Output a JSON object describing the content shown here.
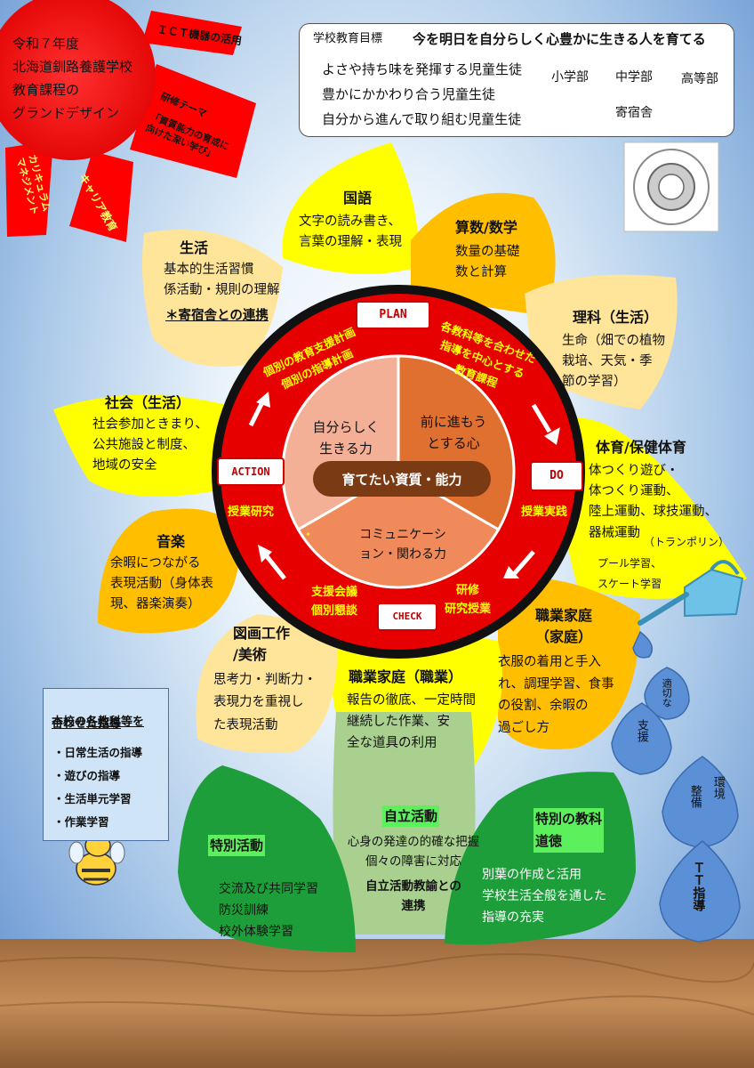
{
  "sun": {
    "lines": [
      "令和７年度",
      "北海道釧路養護学校",
      "教育課程の",
      "グランドデザイン"
    ],
    "rays": {
      "ict": "ＩＣＴ機器の活用",
      "research_title": "研修テーマ",
      "research_theme": "「資質能力の育成に\n向けた深い学び」",
      "career": "キャリア教育",
      "curriculum": "カリキュラム\nマネジメント"
    }
  },
  "goals": {
    "label": "学校教育目標",
    "main": "今を明日を自分らしく心豊かに生きる人を育てる",
    "items": [
      "よさや持ち味を発揮する児童生徒",
      "豊かにかかわり合う児童生徒",
      "自分から進んで取り組む児童生徒"
    ],
    "divisions": [
      "小学部",
      "中学部",
      "高等部",
      "寄宿舎"
    ]
  },
  "petals": {
    "kokugo": {
      "title": "国語",
      "body": "文字の読み書き、\n言葉の理解・表現"
    },
    "sansu": {
      "title": "算数/数学",
      "body": "数量の基礎\n数と計算"
    },
    "rika": {
      "title": "理科（生活）",
      "body": "生命（畑での植物\n栽培、天気・季\n節の学習）"
    },
    "taiiku": {
      "title": "体育/保健体育",
      "body": "体つくり遊び・\n体つくり運動、\n陸上運動、球技運動、\n器械運動",
      "note1": "（トランポリン）",
      "note2": "プール学習、\nスケート学習"
    },
    "shokugyo_katei": {
      "title": "職業家庭\n（家庭）",
      "body": "衣服の着用と手入\nれ、調理学習、食事\nの役割、余暇の\n過ごし方"
    },
    "shokugyo": {
      "title": "職業家庭（職業）",
      "body": "報告の徹底、一定時間\n継続した作業、安\n全な道具の利用"
    },
    "zuga": {
      "title": "図画工作\n/美術",
      "body": "思考力・判断力・\n表現力を重視し\nた表現活動"
    },
    "ongaku": {
      "title": "音楽",
      "body": "余暇につながる\n表現活動（身体表\n現、器楽演奏）"
    },
    "shakai": {
      "title": "社会（生活）",
      "body": "社会参加ときまり、\n公共施設と制度、\n地域の安全"
    },
    "seikatsu": {
      "title": "生活",
      "body": "基本的生活習慣\n係活動・規則の理解",
      "link": "＊寄宿舎との連携"
    }
  },
  "cycle": {
    "plan": "PLAN",
    "do": "DO",
    "check": "CHECK",
    "action": "ACTION",
    "plan_left": "個別の教育支援計画\n個別の指導計画",
    "plan_right": "各教科等を合わせた\n指導を中心とする\n教育課程",
    "do_text": "授業実践",
    "check_right": "研修\n研究授業",
    "check_left": "支援会議\n個別懇談",
    "action_text": "授業研究",
    "dot": "・",
    "pie1": "自分らしく\n生きる力",
    "pie2": "前に進もう\nとする心",
    "pie3": "コミュニケーシ\nョン・関わる力",
    "center": "育てたい資質・能力"
  },
  "stem": {
    "title": "自立活動",
    "body": "心身の発達の的確な把握\n個々の障害に対応",
    "link": "自立活動教諭との\n連携"
  },
  "leaves": {
    "tokkatsu": {
      "title": "特別活動",
      "body": "交流及び共同学習\n防災訓練\n校外体験学習"
    },
    "doutoku": {
      "title": "特別の教科\n道徳",
      "body": "別葉の作成と活用\n学校生活全般を通した\n指導の充実"
    }
  },
  "legend": {
    "title_pre": "本校の",
    "title_em": "各教科等を",
    "title_em2": "合わせた指導",
    "items": [
      "・日常生活の指導",
      "・遊びの指導",
      "・生活単元学習",
      "・作業学習"
    ]
  },
  "drops": [
    "適切な",
    "支援",
    "環境",
    "整備",
    "ＴＴ指導"
  ],
  "colors": {
    "sun": "#ff0000",
    "petal_yellow": "#ffff00",
    "petal_orange": "#ffbf00",
    "petal_cream": "#ffe599",
    "ring": "#e60000",
    "leaf": "#1e9e3a",
    "stem": "#a9d08e"
  }
}
